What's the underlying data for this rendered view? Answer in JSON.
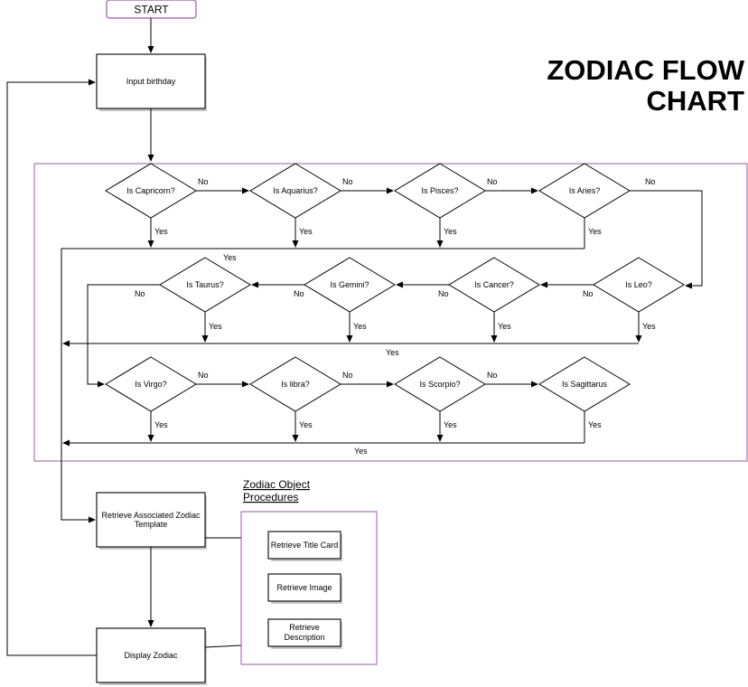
{
  "title": {
    "line1": "ZODIAC FLOW",
    "line2": "CHART"
  },
  "nodes": {
    "start": "START",
    "input": "Input birthday",
    "retrieve_template_line1": "Retrieve Associated Zodiac",
    "retrieve_template_line2": "Template",
    "display": "Display Zodiac"
  },
  "decisions": {
    "capricorn": "Is Capricorn?",
    "aquarius": "Is Aquarius?",
    "pisces": "Is Pisces?",
    "aries": "Is Aries?",
    "taurus": "Is Taurus?",
    "gemini": "Is Gemini?",
    "cancer": "Is Cancer?",
    "leo": "Is Leo?",
    "virgo": "Is Virgo?",
    "libra": "Is libra?",
    "scorpio": "Is Scorpio?",
    "sagittarius": "Is Sagittarus"
  },
  "procedures": {
    "heading_line1": "Zodiac Object",
    "heading_line2": "Procedures",
    "title_card": "Retrieve Title Card",
    "image": "Retrieve Image",
    "description_line1": "Retrieve",
    "description_line2": "Description"
  },
  "edge_labels": {
    "yes": "Yes",
    "no": "No"
  },
  "colors": {
    "group_border": "#9b59a8",
    "start_border": "#9b59a8"
  }
}
